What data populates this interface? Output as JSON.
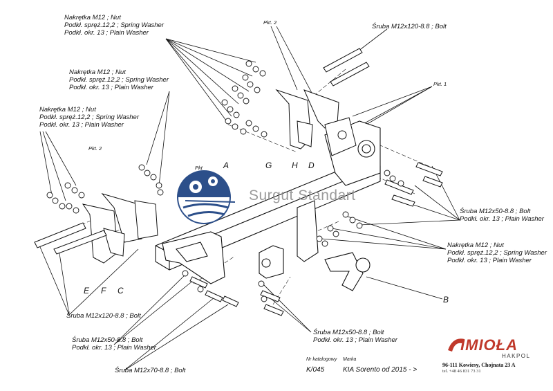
{
  "labels": {
    "nut_top": [
      "Nakrętka  M12 ; Nut",
      "Podkł. spręż.12,2 ; Spring Washer",
      "Podkł. okr. 13 ; Plain Washer"
    ],
    "nut_mid": [
      "Nakrętka  M12 ; Nut",
      "Podkł. spręż.12,2 ; Spring Washer",
      "Podkł. okr. 13 ; Plain Washer"
    ],
    "nut_left": [
      "Nakrętka  M12 ; Nut",
      "Podkł. spręż.12,2 ; Spring Washer",
      "Podkł. okr. 13 ; Plain Washer"
    ],
    "nut_right": [
      "Nakrętka  M12 ; Nut",
      "Podkł. spręż.12,2 ; Spring Washer",
      "Podkł. okr. 13 ; Plain Washer"
    ],
    "bolt_120_top": "Śruba M12x120-8.8 ;  Bolt",
    "bolt_120_left": "Śruba M12x120-8.8 ;  Bolt",
    "bolt_50_right": [
      "Śruba M12x50-8.8 ;  Bolt",
      "Podkł. okr. 13 ; Plain Washer"
    ],
    "bolt_50_bottom": [
      "Śruba M12x50-8.8 ;  Bolt",
      "Podkł. okr. 13 ; Plain Washer"
    ],
    "bolt_50_left": [
      "Śruba M12x50-8.8 ;  Bolt",
      "Podkł. okr. 13 ; Plain Washer"
    ],
    "bolt_70": "Śruba M12x70-8.8 ;  Bolt",
    "pkt1": "Pkt. 1",
    "pkt2_top": "Pkt. 2",
    "pkt2_left": "Pkt. 2",
    "pkt_center": "Pkt",
    "letters": {
      "A": "A",
      "B": "B",
      "C": "C",
      "D": "D",
      "E": "E",
      "F": "F",
      "G": "G",
      "H": "H"
    }
  },
  "watermark": "Surgut Standart",
  "footer": {
    "catalog_label": "Nr katalogowy",
    "catalog_value": "K/045",
    "model_label": "Marka",
    "model_value": "KIA Sorento    od  2015 - >"
  },
  "logo": {
    "name": "IMIOŁA",
    "sub": "HAKPOL",
    "address": "96-111 Kowiesy, Chojnata 23 A",
    "tel": "tel. +48 46 831 73 31",
    "color": "#c0392b"
  },
  "colors": {
    "line": "#111111",
    "watermark_blue": "#2c4f8a"
  }
}
